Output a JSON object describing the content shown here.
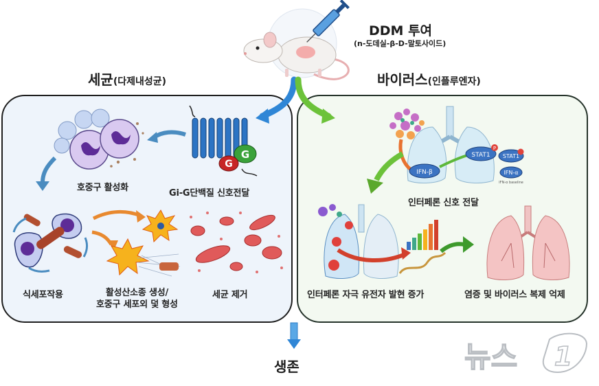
{
  "top": {
    "title": "DDM 투여",
    "subtitle": "(n-도데실-β-D-말토사이드)"
  },
  "left_panel": {
    "heading_main": "세균",
    "heading_sub": "(다제내성균)",
    "color_bg": "#eef4fb",
    "steps": [
      {
        "label": "Gi-G단백질 신호전달"
      },
      {
        "label": "호중구 활성화"
      },
      {
        "label": "식세포작용"
      },
      {
        "label_line1": "활성산소종 생성/",
        "label_line2": "호중구 세포외 덫 형성"
      },
      {
        "label": "세균 제거"
      }
    ],
    "gprotein_letters": [
      "G",
      "G"
    ]
  },
  "right_panel": {
    "heading_main": "바이러스",
    "heading_sub": "(인플루엔자)",
    "color_bg": "#f3f9f1",
    "steps": [
      {
        "label": "인터페론 신호 전달"
      },
      {
        "label": "인터페론 자극 유전자 발현 증가"
      },
      {
        "label": "염증 및 바이러스 복제 억제"
      }
    ],
    "markers": {
      "ifn_beta": "IFN-β",
      "stat1_a": "STAT1",
      "stat1_b": "STAT1",
      "ifn_alpha": "IFN-α",
      "phospho": "P",
      "baseline_note": "IFN-α baseline"
    }
  },
  "outcome": {
    "label": "생존"
  },
  "watermark": {
    "text": "뉴스",
    "number": "1"
  },
  "colors": {
    "blue_arrow": "#2f86d6",
    "green_arrow": "#6cc23a",
    "steel_arrow": "#4a8cc0",
    "orange_arrow": "#e8892f",
    "red_arrow": "#d2402c"
  }
}
